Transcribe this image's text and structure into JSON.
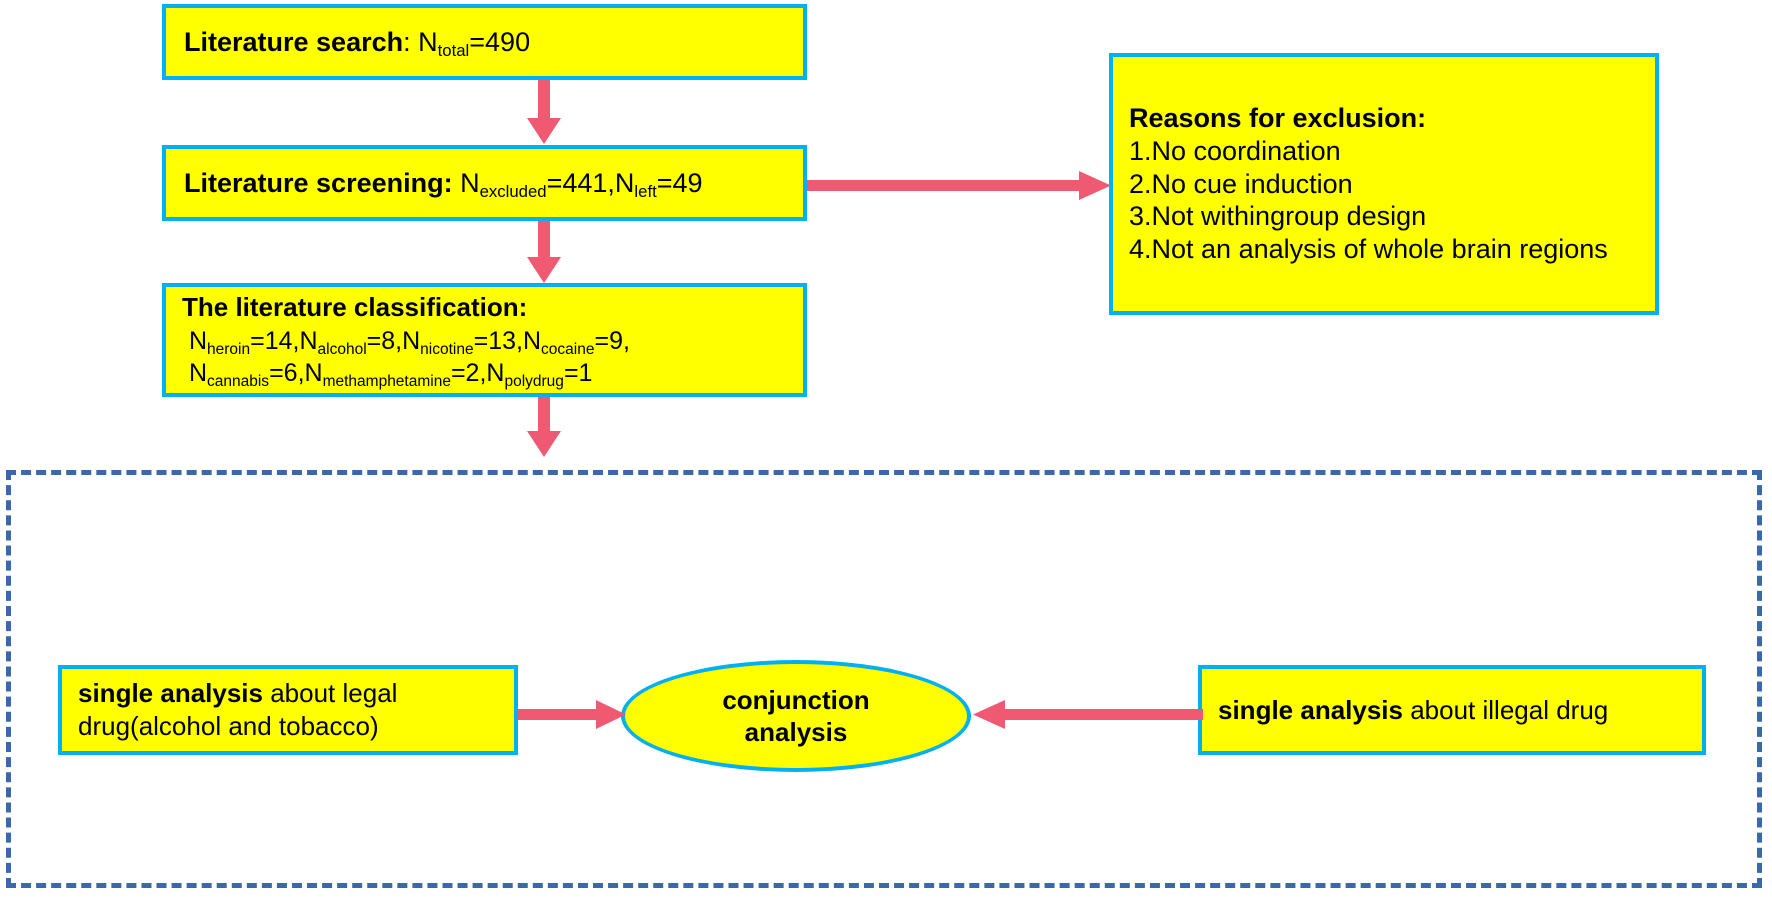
{
  "diagram": {
    "title": "Literature selection and analysis flowchart",
    "colors": {
      "node_fill": "#ffff00",
      "node_border": "#00b0f0",
      "arrow": "#ef5a72",
      "dashed_border": "#3a68ac",
      "text": "#000000",
      "background": "#ffffff"
    }
  },
  "nodes": {
    "search": {
      "label_bold": "Literature search",
      "sep": ": ",
      "var": "N",
      "sub": "total",
      "value": "=490",
      "full_text": "Literature search: Ntotal=490"
    },
    "screening": {
      "label_bold": "Literature screening:",
      "var1": "N",
      "sub1": "excluded",
      "value1": "=441,",
      "var2": "N",
      "sub2": "left",
      "value2": "=49",
      "full_text": "Literature screening: Nexcluded=441,Nleft=49"
    },
    "classification": {
      "heading": "The literature classification:",
      "line2": [
        {
          "var": "N",
          "sub": "heroin",
          "value": "=14,"
        },
        {
          "var": "N",
          "sub": "alcohol",
          "value": "=8,"
        },
        {
          "var": "N",
          "sub": "nicotine",
          "value": "=13,"
        },
        {
          "var": "N",
          "sub": "cocaine",
          "value": "=9,"
        }
      ],
      "line3": [
        {
          "var": "N",
          "sub": "cannabis",
          "value": "=6,"
        },
        {
          "var": "N",
          "sub": "methamphetamine",
          "value": "=2,"
        },
        {
          "var": "N",
          "sub": "polydrug",
          "value": "=1"
        }
      ],
      "full_text": "The literature classification: Nheroin=14,Nalcohol=8,Nnicotine=13,Ncocaine=9,Ncannabis=6,Nmethamphetamine=2,Npolydrug=1"
    },
    "exclusion": {
      "heading": "Reasons for exclusion:",
      "items": [
        "1.No coordination",
        "2.No cue induction",
        "3.Not withingroup design",
        "4.Not an analysis of whole brain regions"
      ]
    },
    "legal": {
      "bold": "single analysis",
      "rest": " about legal drug(alcohol and tobacco)",
      "full_text": "single analysis about legal drug(alcohol and tobacco)"
    },
    "conjunction": {
      "line1": "conjunction",
      "line2": "analysis",
      "full_text": "conjunction analysis"
    },
    "illegal": {
      "bold": "single analysis",
      "rest": " about illegal drug",
      "full_text": "single analysis about illegal drug"
    }
  },
  "arrows": [
    {
      "name": "search-to-screening",
      "direction": "down"
    },
    {
      "name": "screening-to-classification",
      "direction": "down"
    },
    {
      "name": "classification-to-analysis-group",
      "direction": "down"
    },
    {
      "name": "screening-to-exclusion",
      "direction": "right"
    },
    {
      "name": "legal-to-conjunction",
      "direction": "right"
    },
    {
      "name": "illegal-to-conjunction",
      "direction": "left"
    }
  ]
}
